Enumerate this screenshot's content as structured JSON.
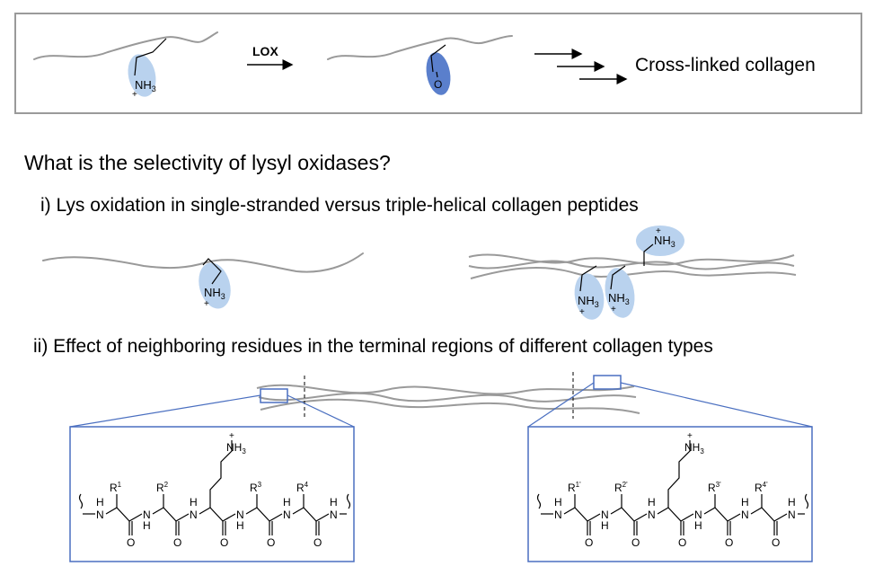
{
  "top_panel": {
    "reagent_label": "LOX",
    "amine_label": "NH",
    "amine_sub": "3",
    "charge": "+",
    "aldehyde_label": "O",
    "product_label": "Cross-linked collagen"
  },
  "question": "What is the selectivity of lysyl oxidases?",
  "section_i": {
    "title": "i) Lys oxidation in single-stranded versus triple-helical collagen peptides",
    "amine_label": "NH",
    "amine_sub": "3",
    "charge": "+"
  },
  "section_ii": {
    "title": "ii) Effect of neighboring residues in the terminal regions of different collagen types",
    "left_peptide": {
      "r_labels": [
        "R",
        "R",
        "R",
        "R"
      ],
      "r_sups": [
        "1",
        "2",
        "3",
        "4"
      ]
    },
    "right_peptide": {
      "r_labels": [
        "R",
        "R",
        "R",
        "R"
      ],
      "r_sups": [
        "1'",
        "2'",
        "3'",
        "4'"
      ]
    },
    "amine_label": "NH",
    "amine_sub": "3",
    "charge": "+",
    "nh_label": "N",
    "h_label": "H",
    "o_label": "O"
  },
  "colors": {
    "highlight_light": "#b9d2ee",
    "highlight_dark": "#5a7fcc",
    "box_blue": "#4a6fc0",
    "strand_gray": "#999999"
  }
}
